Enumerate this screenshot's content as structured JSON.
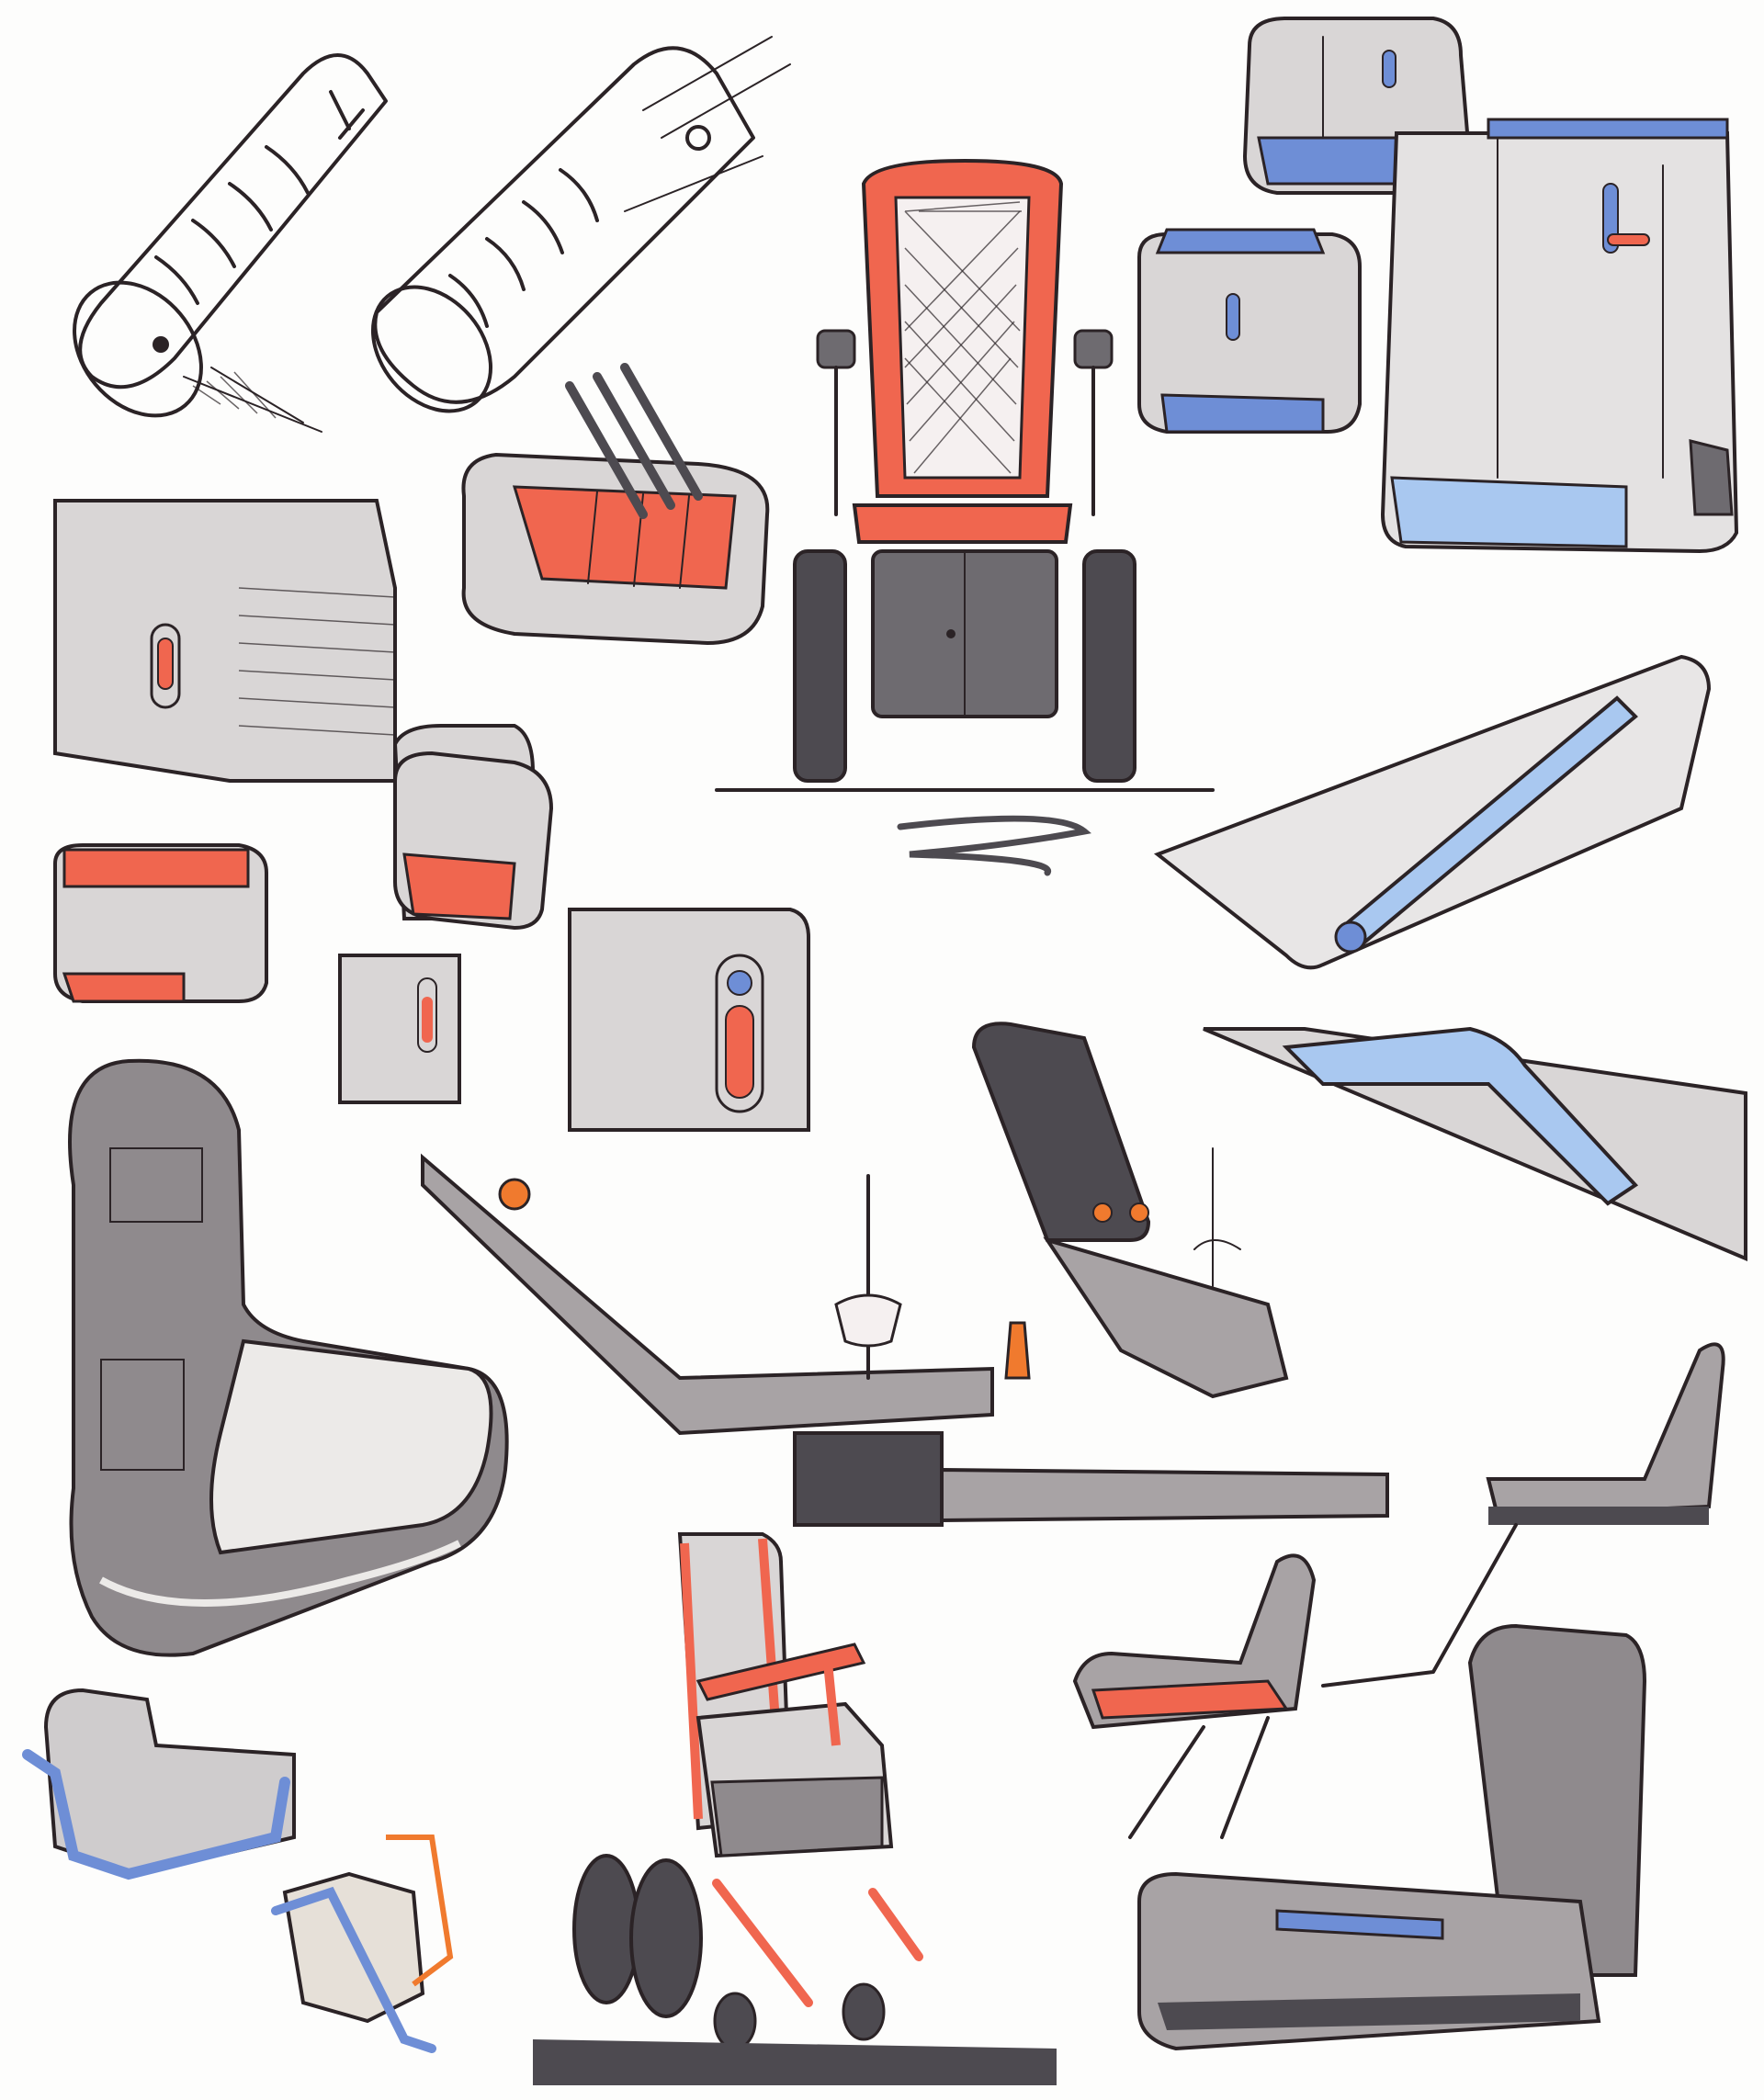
{
  "palette": {
    "ink": "#2b2326",
    "paper": "#fdfdfc",
    "warm_grey_light": "#d9d6d6",
    "warm_grey_mid": "#a8a3a5",
    "cool_grey_dark": "#6e6b70",
    "charcoal": "#4d4a50",
    "accent_red": "#f0664f",
    "accent_blue": "#6e8ed6",
    "accent_light_blue": "#a9c8f0",
    "accent_orange": "#f07a2e"
  },
  "sketches": [
    {
      "name": "hinge-joint-sketch-a"
    },
    {
      "name": "hinge-joint-sketch-b"
    },
    {
      "name": "wheelchair-front-view-sketch"
    },
    {
      "name": "storage-module-small-sketch"
    },
    {
      "name": "storage-module-large-sketch"
    },
    {
      "name": "battery-box-red-sketch"
    },
    {
      "name": "panel-corner-latch-sketch"
    },
    {
      "name": "handle-blue-sketch"
    },
    {
      "name": "armrest-control-sketch"
    },
    {
      "name": "seat-cushion-sketch"
    },
    {
      "name": "wheelchair-side-view-sketch"
    },
    {
      "name": "folding-seat-sketch"
    }
  ]
}
